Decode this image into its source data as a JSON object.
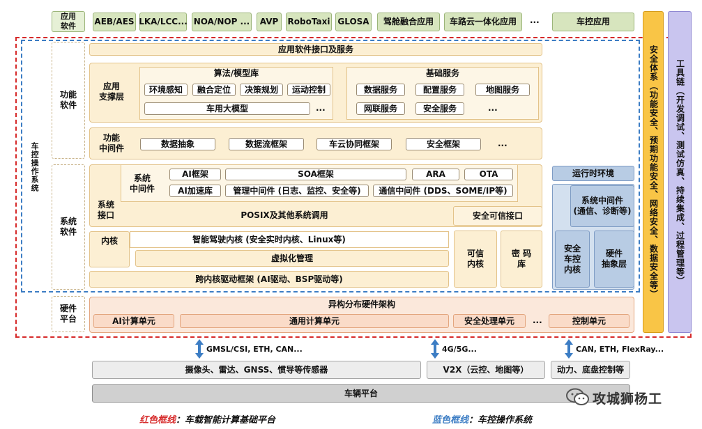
{
  "app_layer": {
    "label": "应用\n软件",
    "items": [
      "AEB/AES",
      "LKA/LCC...",
      "NOA/NOP ...",
      "AVP",
      "RoboTaxi",
      "GLOSA",
      "驾舱融合应用",
      "车路云一体化应用"
    ],
    "ellipsis": "...",
    "vehicle_control": "车控应用"
  },
  "side": {
    "vehicle_os": "车控操作系统",
    "function_software": "功能\n软件",
    "system_software": "系统\n软件",
    "hardware_platform": "硬件\n平台"
  },
  "function": {
    "app_interface": "应用软件接口及服务",
    "app_support_label": "应用\n支撑层",
    "algo_title": "算法/模型库",
    "algo_items": [
      "环境感知",
      "融合定位",
      "决策规划",
      "运动控制"
    ],
    "algo_big_model": "车用大模型",
    "algo_ellipsis": "...",
    "basic_title": "基础服务",
    "basic_items": [
      "数据服务",
      "配置服务",
      "地图服务",
      "网联服务",
      "安全服务"
    ],
    "basic_ellipsis": "...",
    "middleware_label": "功能\n中间件",
    "middleware_items": [
      "数据抽象",
      "数据流框架",
      "车云协同框架",
      "安全框架"
    ],
    "middleware_ellipsis": "..."
  },
  "system": {
    "sys_middleware_label": "系统\n中间件",
    "ai_framework": "AI框架",
    "soa_framework": "SOA框架",
    "ara": "ARA",
    "ota": "OTA",
    "ai_accel": "AI加速库",
    "mgmt_middleware": "管理中间件 (日志、监控、安全等)",
    "comm_middleware": "通信中间件 (DDS、SOME/IP等)",
    "sys_interface_label": "系统\n接口",
    "posix": "POSIX及其他系统调用",
    "safe_trusted_interface": "安全可信接口",
    "kernel_label": "内核",
    "ad_kernel": "智能驾驶内核 (安全实时内核、Linux等)",
    "virtualization": "虚拟化管理",
    "trusted_kernel": "可信\n内核",
    "crypto_lib": "密 码\n库",
    "cross_kernel_driver": "跨内核驱动框架 (AI驱动、BSP驱动等)",
    "runtime_env": "运行时环境",
    "sys_middleware_right": "系统中间件\n(通信、诊断等)",
    "safety_vc_kernel": "安全\n车控\n内核",
    "hw_abstraction": "硬件\n抽象层"
  },
  "hardware": {
    "hetero_arch": "异构分布硬件架构",
    "ai_unit": "AI计算单元",
    "general_unit": "通用计算单元",
    "safety_unit": "安全处理单元",
    "ellipsis": "...",
    "control_unit": "控制单元"
  },
  "right": {
    "security_system": "安全体系（功能安全、预期功能安全、网络安全、数据安全等）",
    "toolchain": "工具链（开发调试、测试仿真、持续集成、过程管理等）"
  },
  "interfaces": {
    "sensor_bus": "GMSL/CSI, ETH, CAN...",
    "v2x_bus": "4G/5G...",
    "chassis_bus": "CAN, ETH, FlexRay..."
  },
  "bottom": {
    "sensors": "摄像头、雷达、GNSS、惯导等传感器",
    "v2x": "V2X（云控、地图等）",
    "chassis": "动力、底盘控制等",
    "vehicle_platform": "车辆平台"
  },
  "legend": {
    "red_label": "红色框线",
    "red_desc": "：车载智能计算基础平台",
    "blue_label": "蓝色框线",
    "blue_desc": "：车控操作系统"
  },
  "watermark": "攻城狮杨工",
  "colors": {
    "red_frame": "#D62A2A",
    "blue_frame": "#3C7DC4",
    "cream": "#FCEFD3",
    "green": "#D7E5BE",
    "blue": "#B8CCE4",
    "peach": "#FADBC8",
    "orange": "#F9C546",
    "lavender": "#C9C5EF"
  },
  "icons": [
    "wechat-icon",
    "double-arrow-icon"
  ]
}
